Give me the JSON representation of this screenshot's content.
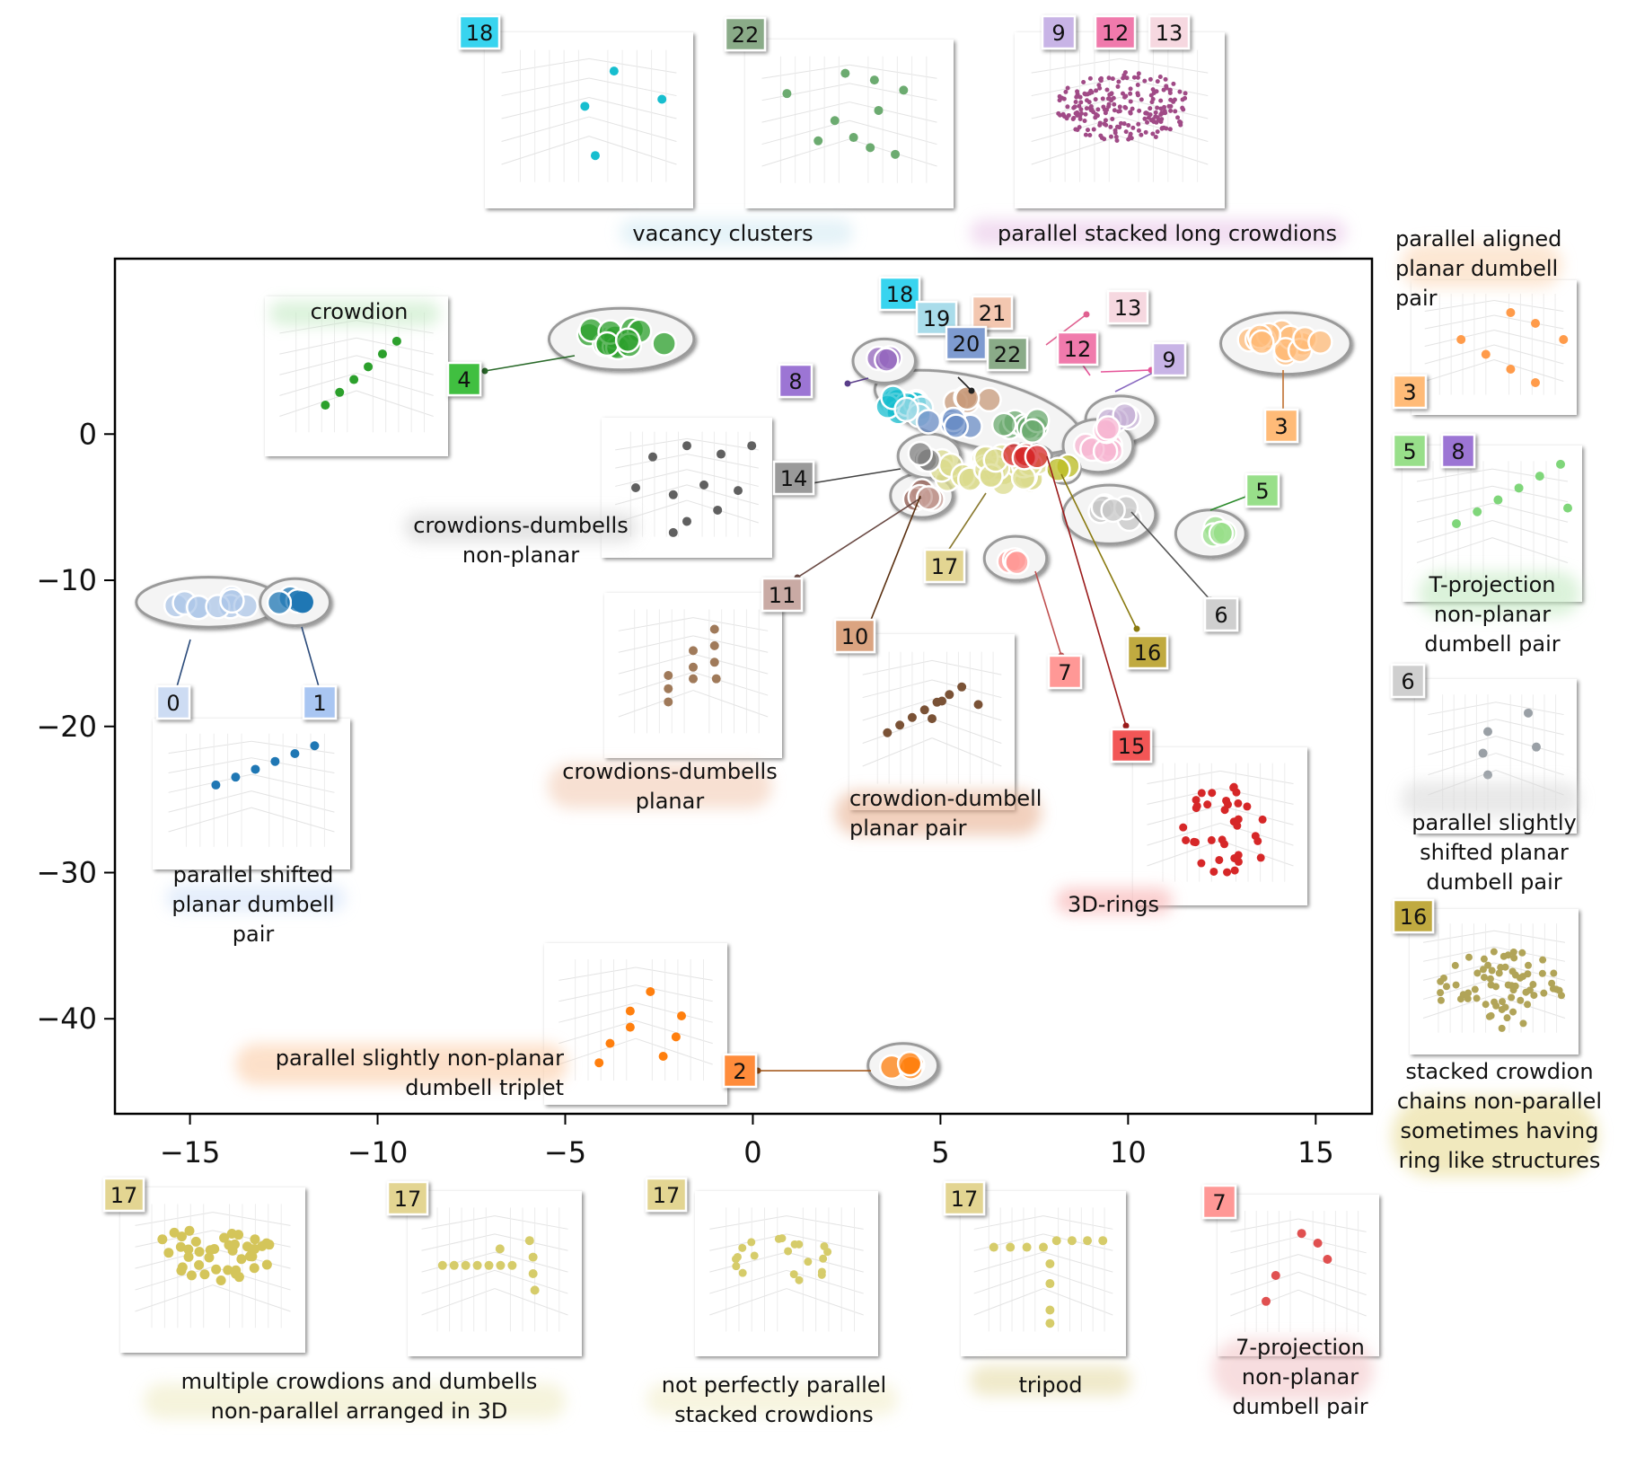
{
  "chart_data": {
    "type": "scatter",
    "title": "",
    "xlabel": "",
    "ylabel": "",
    "xlim": [
      -17,
      16.5
    ],
    "ylim": [
      -46.5,
      12
    ],
    "xticks": [
      -15,
      -10,
      -5,
      0,
      5,
      10,
      15
    ],
    "yticks": [
      -40,
      -30,
      -20,
      -10,
      0
    ],
    "xtick_labels": [
      "−15",
      "−10",
      "−5",
      "0",
      "5",
      "10",
      "15"
    ],
    "ytick_labels": [
      "−40",
      "−30",
      "−20",
      "−10",
      "0"
    ],
    "grid": false,
    "clusters": [
      {
        "id": "0",
        "color": "#aec7e8",
        "cx": -14.5,
        "cy": -11.5,
        "rx": 1.5,
        "ry": 0.6,
        "n": 9
      },
      {
        "id": "1",
        "color": "#1f77b4",
        "cx": -12.2,
        "cy": -11.5,
        "rx": 0.5,
        "ry": 0.5,
        "n": 3
      },
      {
        "id": "2",
        "color": "#ff7f0e",
        "cx": 4.0,
        "cy": -43.2,
        "rx": 0.5,
        "ry": 0.4,
        "n": 4
      },
      {
        "id": "3",
        "color": "#ffbb78",
        "cx": 14.2,
        "cy": 6.2,
        "rx": 1.3,
        "ry": 1.0,
        "n": 16
      },
      {
        "id": "4",
        "color": "#2ca02c",
        "cx": -3.5,
        "cy": 6.5,
        "rx": 1.5,
        "ry": 1.0,
        "n": 14
      },
      {
        "id": "5",
        "color": "#98df8a",
        "cx": 12.2,
        "cy": -6.8,
        "rx": 0.5,
        "ry": 0.5,
        "n": 4
      },
      {
        "id": "6",
        "color": "#c7c7c7",
        "cx": 9.5,
        "cy": -5.5,
        "rx": 0.8,
        "ry": 0.9,
        "n": 6
      },
      {
        "id": "7",
        "color": "#ff9896",
        "cx": 7.0,
        "cy": -8.5,
        "rx": 0.4,
        "ry": 0.4,
        "n": 3
      },
      {
        "id": "8",
        "color": "#9467bd",
        "cx": 3.5,
        "cy": 5.0,
        "rx": 0.4,
        "ry": 0.4,
        "n": 3
      },
      {
        "id": "9",
        "color": "#c5b0d5",
        "cx": 9.8,
        "cy": 1.0,
        "rx": 0.5,
        "ry": 0.5,
        "n": 4
      },
      {
        "id": "10",
        "color": "#8c564b",
        "cx": 4.5,
        "cy": -4.2,
        "rx": 0.4,
        "ry": 0.4,
        "n": 3
      },
      {
        "id": "11",
        "color": "#c49c94",
        "cx": 4.5,
        "cy": -4.4,
        "rx": 0.4,
        "ry": 0.4,
        "n": 3
      },
      {
        "id": "12",
        "color": "#f7b6d2",
        "cx": 9.2,
        "cy": -0.8,
        "rx": 0.5,
        "ry": 0.7,
        "n": 6
      },
      {
        "id": "13",
        "color": "#f7b6d2",
        "cx": 9.5,
        "cy": 0.2,
        "rx": 0.4,
        "ry": 0.4,
        "n": 3
      },
      {
        "id": "14",
        "color": "#7f7f7f",
        "cx": 4.7,
        "cy": -1.5,
        "rx": 0.4,
        "ry": 0.4,
        "n": 3
      },
      {
        "id": "15",
        "color": "#d62728",
        "cx": 7.2,
        "cy": -1.5,
        "rx": 0.5,
        "ry": 0.3,
        "n": 4
      },
      {
        "id": "16",
        "color": "#bcbd22",
        "cx": 8.3,
        "cy": -2.3,
        "rx": 0.3,
        "ry": 0.3,
        "n": 2
      },
      {
        "id": "17",
        "color": "#dbdb8d",
        "cx": 6.3,
        "cy": -2.5,
        "rx": 1.9,
        "ry": 1.3,
        "n": 30
      },
      {
        "id": "18",
        "color": "#17becf",
        "cx": 4.0,
        "cy": 2.2,
        "rx": 0.9,
        "ry": 0.9,
        "n": 9
      },
      {
        "id": "19",
        "color": "#9edae5",
        "cx": 4.3,
        "cy": 1.5,
        "rx": 0.4,
        "ry": 0.4,
        "n": 3
      },
      {
        "id": "20",
        "color": "#6b8ec5",
        "cx": 5.3,
        "cy": 0.8,
        "rx": 0.9,
        "ry": 0.5,
        "n": 6
      },
      {
        "id": "21",
        "color": "#c89b7b",
        "cx": 5.8,
        "cy": 2.4,
        "rx": 0.8,
        "ry": 0.4,
        "n": 5
      },
      {
        "id": "22",
        "color": "#6cab70",
        "cx": 7.0,
        "cy": 0.5,
        "rx": 1.0,
        "ry": 0.7,
        "n": 8
      }
    ],
    "annotations": {
      "vacancy_clusters": "vacancy clusters",
      "parallel_stacked": "parallel stacked long crowdions",
      "crowdion": "crowdion",
      "crowdions_dumbells_nonplanar": [
        "crowdions-dumbells",
        "non-planar"
      ],
      "parallel_shifted": [
        "parallel shifted",
        "planar dumbell",
        "pair"
      ],
      "crowdions_dumbells_planar": [
        "crowdions-dumbells",
        "planar"
      ],
      "crowdion_dumbell_pair": [
        "crowdion-dumbell",
        "planar pair"
      ],
      "three_d_rings": "3D-rings",
      "triplet": [
        "parallel slightly non-planar",
        "dumbell triplet"
      ],
      "aligned": [
        "parallel aligned",
        "planar dumbell",
        "pair"
      ],
      "t_projection": [
        "T-projection",
        "non-planar",
        "dumbell pair"
      ],
      "slightly_shifted": [
        "parallel slightly",
        "shifted planar",
        "dumbell pair"
      ],
      "stacked_chains": [
        "stacked crowdion",
        "chains non-parallel",
        "sometimes having",
        "ring like structures"
      ],
      "multiple": [
        "multiple crowdions  and dumbells",
        "non-parallel arranged in 3D"
      ],
      "not_perfectly": [
        "not perfectly parallel",
        "stacked crowdions"
      ],
      "tripod": "tripod",
      "seven_projection": [
        "7-projection",
        "non-planar",
        "dumbell pair"
      ]
    }
  }
}
